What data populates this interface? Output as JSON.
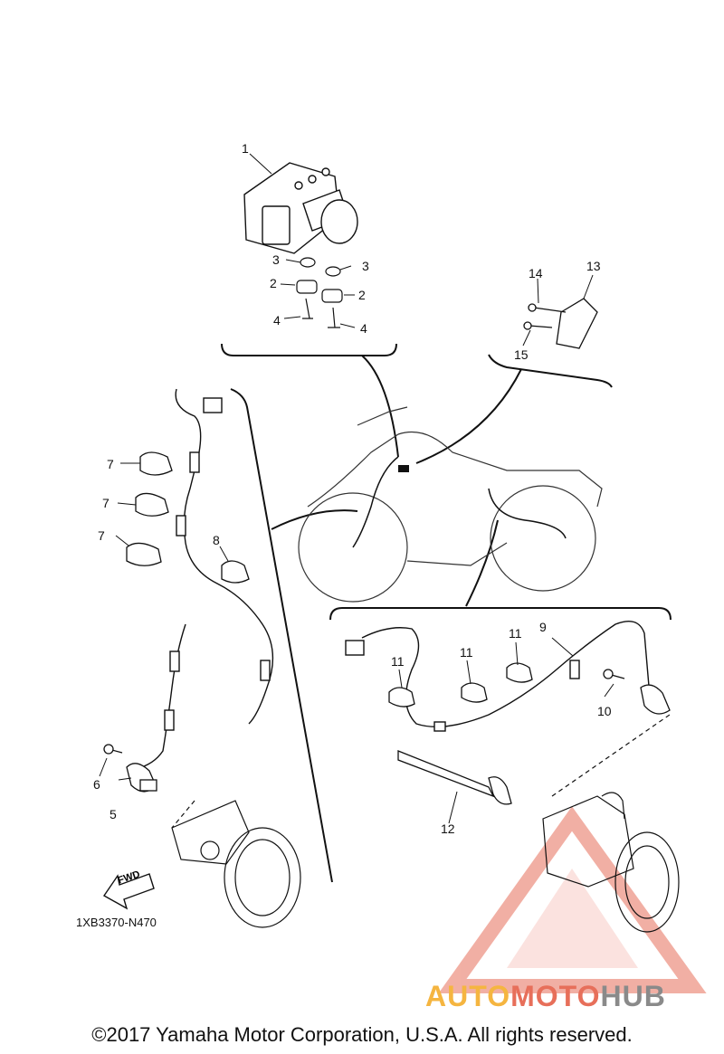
{
  "callouts": [
    "1",
    "2",
    "2",
    "3",
    "3",
    "4",
    "4",
    "5",
    "6",
    "7",
    "7",
    "7",
    "8",
    "9",
    "10",
    "11",
    "11",
    "11",
    "12",
    "13",
    "14",
    "15"
  ],
  "diagram_code": "1XB3370-N470",
  "fwd_label": "FWD",
  "copyright": "©2017 Yamaha Motor Corporation, U.S.A. All rights reserved.",
  "watermark": {
    "part1": "AUTO",
    "part2": "MOTO",
    "part3": "HUB"
  },
  "colors": {
    "line": "#111111",
    "watermark_red": "#e76f5a",
    "watermark_orange": "#f5b540",
    "watermark_gray": "#8a8a8a"
  }
}
